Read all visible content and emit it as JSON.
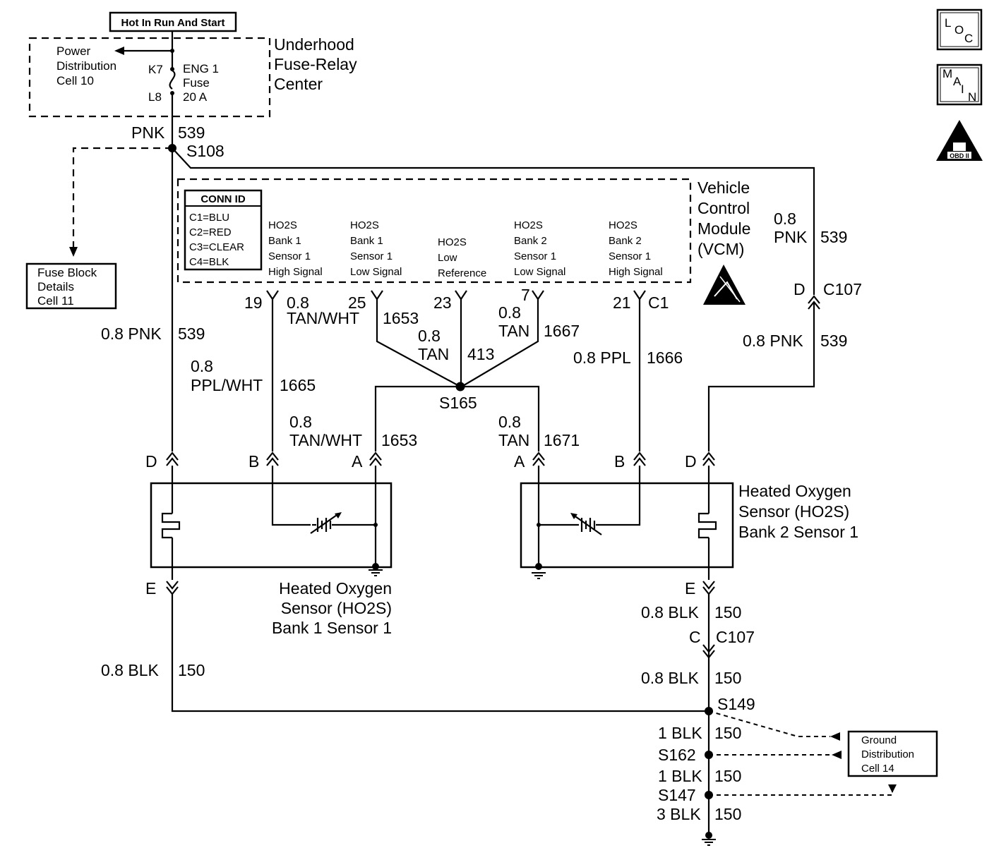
{
  "power": {
    "hot_label": "Hot In Run And Start",
    "power_dist": [
      "Power",
      "Distribution",
      "Cell 10"
    ],
    "fuse_k7": "K7",
    "fuse_l8": "L8",
    "fuse_name": [
      "ENG 1",
      "Fuse",
      "20 A"
    ],
    "fuse_center": [
      "Underhood",
      "Fuse-Relay",
      "Center"
    ],
    "wire_top_color": "PNK",
    "wire_top_circuit": "539",
    "splice_s108": "S108",
    "fuse_block": [
      "Fuse Block",
      "Details",
      "Cell 11"
    ]
  },
  "vcm": {
    "title": [
      "Vehicle",
      "Control",
      "Module",
      "(VCM)"
    ],
    "conn_id_title": "CONN ID",
    "conn_ids": [
      "C1=BLU",
      "C2=RED",
      "C3=CLEAR",
      "C4=BLK"
    ],
    "pins": [
      {
        "label": [
          "HO2S",
          "Bank 1",
          "Sensor 1",
          "High Signal"
        ],
        "pin": "19"
      },
      {
        "label": [
          "HO2S",
          "Bank 1",
          "Sensor 1",
          "Low Signal"
        ],
        "pin": "25"
      },
      {
        "label": [
          "HO2S",
          "Low",
          "Reference"
        ],
        "pin": "23"
      },
      {
        "label": [
          "HO2S",
          "Bank 2",
          "Sensor 1",
          "Low Signal"
        ],
        "pin": "7"
      },
      {
        "label": [
          "HO2S",
          "Bank 2",
          "Sensor 1",
          "High Signal"
        ],
        "pin": "21"
      }
    ],
    "connector": "C1"
  },
  "wires": {
    "w_0_8": "0.8",
    "w_pnk539_left": [
      "0.8 PNK",
      "539"
    ],
    "w_ppl_wht": [
      "0.8",
      "PPL/WHT",
      "1665"
    ],
    "w_tan_wht_top": [
      "0.8",
      "TAN/WHT",
      "1653"
    ],
    "w_tan_413": [
      "0.8",
      "TAN",
      "413"
    ],
    "w_tan_1667": [
      "0.8",
      "TAN",
      "1667"
    ],
    "w_ppl_1666": [
      "0.8 PPL",
      "1666"
    ],
    "w_pnk_right_top": [
      "0.8",
      "PNK",
      "539"
    ],
    "w_pnk_right_bot": [
      "0.8 PNK",
      "539"
    ],
    "splice_s165": "S165",
    "w_tan_wht_bot": [
      "0.8",
      "TAN/WHT",
      "1653"
    ],
    "w_tan_1671": [
      "0.8",
      "TAN",
      "1671"
    ],
    "c107_top": [
      "D",
      "C107"
    ],
    "blk_left": [
      "0.8 BLK",
      "150"
    ],
    "blk_right_1": [
      "0.8 BLK",
      "150"
    ],
    "c107_bot": [
      "C",
      "C107"
    ],
    "blk_right_2": [
      "0.8 BLK",
      "150"
    ],
    "s149": "S149",
    "blk_1a": [
      "1 BLK",
      "150"
    ],
    "s162": "S162",
    "blk_1b": [
      "1 BLK",
      "150"
    ],
    "s147": "S147",
    "blk_3": [
      "3 BLK",
      "150"
    ]
  },
  "sensors": {
    "bank1": {
      "pins": [
        "D",
        "B",
        "A",
        "E"
      ],
      "title": [
        "Heated Oxygen",
        "Sensor (HO2S)",
        "Bank 1 Sensor 1"
      ]
    },
    "bank2": {
      "pins": [
        "A",
        "B",
        "D",
        "E"
      ],
      "title": [
        "Heated Oxygen",
        "Sensor (HO2S)",
        "Bank 2 Sensor 1"
      ]
    }
  },
  "ground_dist": [
    "Ground",
    "Distribution",
    "Cell 14"
  ],
  "icons": {
    "loc": [
      "L",
      "O",
      "C"
    ],
    "main": [
      "M",
      "A",
      "I",
      "N"
    ],
    "obd": [
      "OBD II"
    ]
  }
}
